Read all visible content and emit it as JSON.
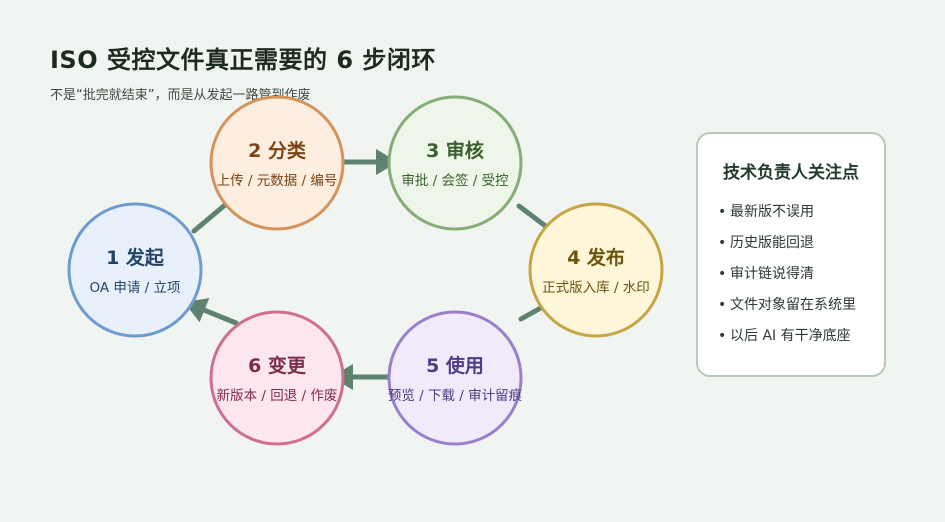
{
  "title": "ISO 受控文件真正需要的 6 步闭环",
  "subtitle": "不是“批完就结束”，而是从发起一路管到作废",
  "nodes": [
    {
      "id": "initiate",
      "title": "1 发起",
      "subtitle": "OA 申请 / 立项",
      "fill": "#e8f0fc",
      "stroke": "#6d9bcf",
      "text_color": "#234466"
    },
    {
      "id": "classify",
      "title": "2 分类",
      "subtitle": "上传 / 元数据 / 编号",
      "fill": "#fdeee0",
      "stroke": "#d4935d",
      "text_color": "#7a4417"
    },
    {
      "id": "review",
      "title": "3 审核",
      "subtitle": "审批 / 会签 / 受控",
      "fill": "#edf6e8",
      "stroke": "#86ad78",
      "text_color": "#3a5f2e"
    },
    {
      "id": "publish",
      "title": "4 发布",
      "subtitle": "正式版入库 / 水印",
      "fill": "#fdf6d8",
      "stroke": "#c6a544",
      "text_color": "#6b5410"
    },
    {
      "id": "use",
      "title": "5 使用",
      "subtitle": "预览 / 下载 / 审计留痕",
      "fill": "#f1eafb",
      "stroke": "#9a7fcc",
      "text_color": "#4f3b86"
    },
    {
      "id": "change",
      "title": "6 变更",
      "subtitle": "新版本 / 回退 / 作废",
      "fill": "#fde6ee",
      "stroke": "#cf6f8e",
      "text_color": "#7d2c4a"
    }
  ],
  "arrow_color": "#5d8370",
  "panel": {
    "title": "技术负责人关注点",
    "bullet": "•",
    "items": [
      "最新版不误用",
      "历史版能回退",
      "审计链说得清",
      "文件对象留在系统里",
      "以后 AI 有干净底座"
    ]
  }
}
